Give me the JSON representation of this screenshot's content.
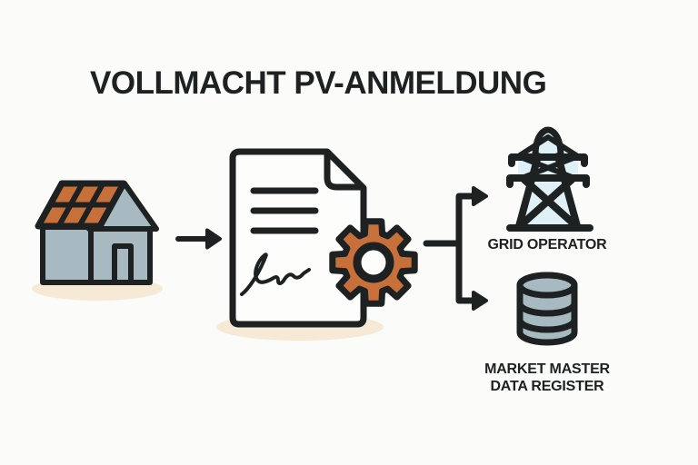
{
  "title": "VOLLMACHT PV-ANMELDUNG",
  "diagram": {
    "source": {
      "icon": "solar-house-icon"
    },
    "arrow": {
      "icon": "right-arrow-icon"
    },
    "document": {
      "icon": "signed-document-icon",
      "overlay_icon": "gear-icon"
    },
    "connector": {
      "icon": "branch-arrows-icon"
    },
    "targets": [
      {
        "icon": "transmission-tower-icon",
        "label": "GRID OPERATOR"
      },
      {
        "icon": "database-icon",
        "label_lines": [
          "MARKET MASTER",
          "DATA REGISTER"
        ]
      }
    ]
  },
  "colors": {
    "background": "#fbfbf9",
    "ink": "#1d2121",
    "accent-orange": "#c8703a",
    "house-gray": "#a8bac1",
    "tower-blue": "#dff1f7",
    "shadow-cream": "#f6ead6",
    "paper-white": "#fdfdfc"
  }
}
